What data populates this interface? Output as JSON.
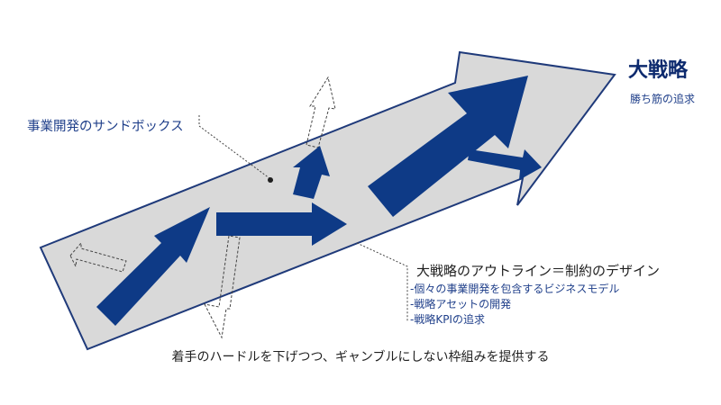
{
  "diagram": {
    "title": "大戦略",
    "subtitle": "勝ち筋の追求",
    "sandbox_label": "事業開発のサンドボックス",
    "design": {
      "title": "大戦略のアウトライン＝制約のデザイン",
      "items": [
        "-個々の事業開発を包含するビジネスモデル",
        "-戦略アセットの開発",
        "-戦略KPIの追求"
      ]
    },
    "caption": "着手のハードルを下げつつ、ギャンブルにしない枠組みを提供する"
  },
  "colors": {
    "band_fill": "#d9d9d9",
    "band_stroke": "#1f3a7a",
    "arrow_fill": "#0e3a86",
    "text_navy": "#0d2a6e",
    "dotted": "#444444"
  }
}
